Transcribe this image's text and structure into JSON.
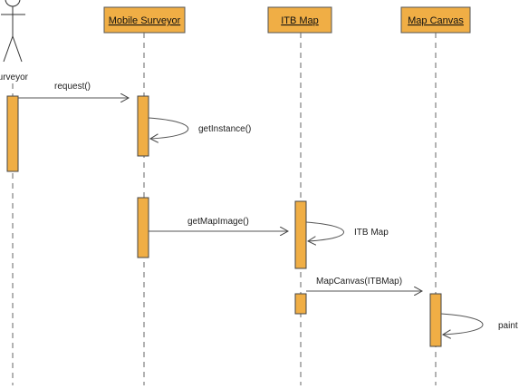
{
  "actor": {
    "name": "Surveyor"
  },
  "lifelines": {
    "mobile_surveyor": "Mobile Surveyor",
    "itb_map": "ITB Map",
    "map_canvas": "Map Canvas"
  },
  "messages": {
    "request": "request()",
    "get_instance": "getInstance()",
    "get_map_image": "getMapImage()",
    "itb_map_self": "ITB Map",
    "map_canvas_ctor": "MapCanvas(ITBMap)",
    "paint": "paint"
  },
  "colors": {
    "box_fill": "#f0ae45",
    "activation_fill": "#f0ae45"
  }
}
